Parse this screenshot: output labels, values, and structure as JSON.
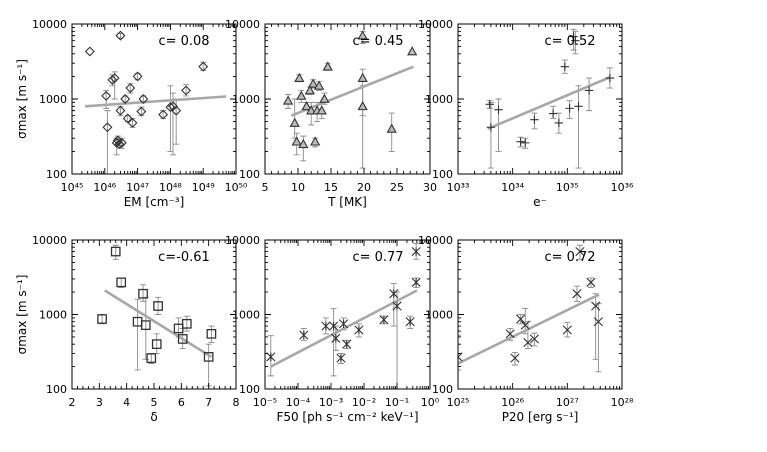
{
  "chart_data": [
    {
      "type": "scatter",
      "xlabel": "EM [cm⁻³]",
      "ylabel": "σmax [m s⁻¹]",
      "annotation": "c= 0.08",
      "xscale": "log",
      "yscale": "log",
      "xlim": [
        1e+45,
        1e+50
      ],
      "ylim": [
        100,
        10000
      ],
      "xticks": [
        1e+45,
        1e+46,
        1e+47,
        1e+48,
        1e+49,
        1e+50
      ],
      "xticklabels": [
        "10⁴⁵",
        "10⁴⁶",
        "10⁴⁷",
        "10⁴⁸",
        "10⁴⁹",
        "10⁵⁰"
      ],
      "yticks": [
        100,
        1000,
        10000
      ],
      "yticklabels": [
        "100",
        "1000",
        "10000"
      ],
      "marker": "diamond",
      "points": [
        {
          "x": 3.5e+45,
          "y": 4300,
          "lo": 4300,
          "hi": 4300
        },
        {
          "x": 1.1e+46,
          "y": 1100,
          "lo": 750,
          "hi": 1300
        },
        {
          "x": 1.2e+46,
          "y": 420,
          "lo": 100,
          "hi": 700
        },
        {
          "x": 1.7e+46,
          "y": 1800,
          "lo": 1500,
          "hi": 2100
        },
        {
          "x": 2e+46,
          "y": 1900,
          "lo": 1000,
          "hi": 2300
        },
        {
          "x": 2.3e+46,
          "y": 260,
          "lo": 180,
          "hi": 300
        },
        {
          "x": 2.5e+46,
          "y": 280,
          "lo": 240,
          "hi": 320
        },
        {
          "x": 2.8e+46,
          "y": 250,
          "lo": 220,
          "hi": 290
        },
        {
          "x": 3e+46,
          "y": 7000,
          "lo": 6500,
          "hi": 7500
        },
        {
          "x": 3e+46,
          "y": 700,
          "lo": 600,
          "hi": 800
        },
        {
          "x": 3.3e+46,
          "y": 260,
          "lo": 220,
          "hi": 300
        },
        {
          "x": 4.2e+46,
          "y": 1000,
          "lo": 900,
          "hi": 1100
        },
        {
          "x": 5e+46,
          "y": 550,
          "lo": 500,
          "hi": 600
        },
        {
          "x": 6e+46,
          "y": 1400,
          "lo": 1200,
          "hi": 1600
        },
        {
          "x": 7e+46,
          "y": 480,
          "lo": 420,
          "hi": 550
        },
        {
          "x": 1e+47,
          "y": 2000,
          "lo": 1800,
          "hi": 2200
        },
        {
          "x": 1.3e+47,
          "y": 680,
          "lo": 600,
          "hi": 780
        },
        {
          "x": 1.5e+47,
          "y": 1000,
          "lo": 900,
          "hi": 1100
        },
        {
          "x": 6e+47,
          "y": 620,
          "lo": 550,
          "hi": 700
        },
        {
          "x": 1e+48,
          "y": 780,
          "lo": 200,
          "hi": 1500
        },
        {
          "x": 1.2e+48,
          "y": 800,
          "lo": 180,
          "hi": 1200
        },
        {
          "x": 1.5e+48,
          "y": 700,
          "lo": 250,
          "hi": 1000
        },
        {
          "x": 3e+48,
          "y": 1300,
          "lo": 1100,
          "hi": 1550
        },
        {
          "x": 1e+49,
          "y": 2700,
          "lo": 2400,
          "hi": 3100
        }
      ],
      "fit": {
        "x": [
          2.5e+45,
          5e+49
        ],
        "y": [
          800,
          1080
        ]
      }
    },
    {
      "type": "scatter",
      "xlabel": "T [MK]",
      "ylabel": "",
      "annotation": "c= 0.45",
      "xscale": "linear",
      "yscale": "log",
      "xlim": [
        5,
        30
      ],
      "ylim": [
        100,
        10000
      ],
      "xticks": [
        5,
        10,
        15,
        20,
        25,
        30
      ],
      "xticklabels": [
        "5",
        "10",
        "15",
        "20",
        "25",
        "30"
      ],
      "yticks": [
        100,
        1000,
        10000
      ],
      "yticklabels": [
        "100",
        "1000",
        "10000"
      ],
      "marker": "triangle",
      "points": [
        {
          "x": 8.5,
          "y": 950,
          "lo": 750,
          "hi": 1150
        },
        {
          "x": 9.5,
          "y": 480,
          "lo": 300,
          "hi": 1000
        },
        {
          "x": 9.8,
          "y": 270,
          "lo": 180,
          "hi": 350
        },
        {
          "x": 10.2,
          "y": 1900,
          "lo": 1700,
          "hi": 2100
        },
        {
          "x": 10.5,
          "y": 1100,
          "lo": 900,
          "hi": 1300
        },
        {
          "x": 10.8,
          "y": 250,
          "lo": 150,
          "hi": 320
        },
        {
          "x": 11.3,
          "y": 800,
          "lo": 700,
          "hi": 900
        },
        {
          "x": 11.8,
          "y": 1300,
          "lo": 1150,
          "hi": 1450
        },
        {
          "x": 12.0,
          "y": 700,
          "lo": 450,
          "hi": 900
        },
        {
          "x": 12.3,
          "y": 1600,
          "lo": 1400,
          "hi": 1800
        },
        {
          "x": 12.6,
          "y": 270,
          "lo": 230,
          "hi": 300
        },
        {
          "x": 12.9,
          "y": 700,
          "lo": 500,
          "hi": 900
        },
        {
          "x": 13.2,
          "y": 1500,
          "lo": 1300,
          "hi": 1700
        },
        {
          "x": 13.6,
          "y": 700,
          "lo": 550,
          "hi": 900
        },
        {
          "x": 14.0,
          "y": 1000,
          "lo": 850,
          "hi": 1200
        },
        {
          "x": 14.5,
          "y": 2700,
          "lo": 2400,
          "hi": 3000
        },
        {
          "x": 19.8,
          "y": 7000,
          "lo": 5500,
          "hi": 8000
        },
        {
          "x": 19.8,
          "y": 1900,
          "lo": 600,
          "hi": 2500
        },
        {
          "x": 19.8,
          "y": 800,
          "lo": 120,
          "hi": 1500
        },
        {
          "x": 24.2,
          "y": 400,
          "lo": 200,
          "hi": 650
        },
        {
          "x": 27.3,
          "y": 4300,
          "lo": 4300,
          "hi": 4300
        }
      ],
      "fit": {
        "x": [
          9.0,
          27.5
        ],
        "y": [
          600,
          2700
        ]
      }
    },
    {
      "type": "scatter",
      "xlabel": "e⁻",
      "ylabel": "",
      "annotation": "c= 0.52",
      "xscale": "log",
      "yscale": "log",
      "xlim": [
        1e+33,
        1e+36
      ],
      "ylim": [
        100,
        10000
      ],
      "xticks": [
        1e+33,
        1e+34,
        1e+35,
        1e+36
      ],
      "xticklabels": [
        "10³³",
        "10³⁴",
        "10³⁵",
        "10³⁶"
      ],
      "yticks": [
        100,
        1000,
        10000
      ],
      "yticklabels": [
        "100",
        "1000",
        "10000"
      ],
      "marker": "plus",
      "points": [
        {
          "x": 3.8e+33,
          "y": 850,
          "lo": 750,
          "hi": 950
        },
        {
          "x": 4e+33,
          "y": 420,
          "lo": 120,
          "hi": 900
        },
        {
          "x": 5.5e+33,
          "y": 720,
          "lo": 200,
          "hi": 1000
        },
        {
          "x": 1.4e+34,
          "y": 270,
          "lo": 230,
          "hi": 310
        },
        {
          "x": 1.7e+34,
          "y": 260,
          "lo": 220,
          "hi": 300
        },
        {
          "x": 2.5e+34,
          "y": 530,
          "lo": 400,
          "hi": 650
        },
        {
          "x": 5.5e+34,
          "y": 640,
          "lo": 550,
          "hi": 800
        },
        {
          "x": 7e+34,
          "y": 480,
          "lo": 350,
          "hi": 650
        },
        {
          "x": 9e+34,
          "y": 2700,
          "lo": 2200,
          "hi": 3300
        },
        {
          "x": 1.1e+35,
          "y": 750,
          "lo": 550,
          "hi": 950
        },
        {
          "x": 1.3e+35,
          "y": 6800,
          "lo": 4500,
          "hi": 8500
        },
        {
          "x": 1.4e+35,
          "y": 6000,
          "lo": 4000,
          "hi": 8000
        },
        {
          "x": 1.6e+35,
          "y": 800,
          "lo": 120,
          "hi": 1500
        },
        {
          "x": 2.5e+35,
          "y": 1300,
          "lo": 700,
          "hi": 1900
        },
        {
          "x": 6e+35,
          "y": 1900,
          "lo": 1400,
          "hi": 2600
        }
      ],
      "fit": {
        "x": [
          3.5e+33,
          6e+35
        ],
        "y": [
          400,
          1950
        ]
      }
    },
    {
      "type": "scatter",
      "xlabel": "δ",
      "ylabel": "σmax [m s⁻¹]",
      "annotation": "c=-0.61",
      "xscale": "linear",
      "yscale": "log",
      "xlim": [
        2,
        8
      ],
      "ylim": [
        100,
        10000
      ],
      "xticks": [
        2,
        3,
        4,
        5,
        6,
        7,
        8
      ],
      "xticklabels": [
        "2",
        "3",
        "4",
        "5",
        "6",
        "7",
        "8"
      ],
      "yticks": [
        100,
        1000,
        10000
      ],
      "yticklabels": [
        "100",
        "1000",
        "10000"
      ],
      "marker": "square",
      "points": [
        {
          "x": 3.1,
          "y": 870,
          "lo": 750,
          "hi": 1000
        },
        {
          "x": 3.6,
          "y": 7000,
          "lo": 5500,
          "hi": 8500
        },
        {
          "x": 3.8,
          "y": 2700,
          "lo": 2300,
          "hi": 3100
        },
        {
          "x": 4.4,
          "y": 800,
          "lo": 180,
          "hi": 1600
        },
        {
          "x": 4.6,
          "y": 1900,
          "lo": 1500,
          "hi": 2500
        },
        {
          "x": 4.7,
          "y": 720,
          "lo": 250,
          "hi": 1700
        },
        {
          "x": 4.9,
          "y": 260,
          "lo": 220,
          "hi": 300
        },
        {
          "x": 5.1,
          "y": 400,
          "lo": 300,
          "hi": 550
        },
        {
          "x": 5.15,
          "y": 1300,
          "lo": 1000,
          "hi": 1700
        },
        {
          "x": 5.9,
          "y": 650,
          "lo": 500,
          "hi": 900
        },
        {
          "x": 6.05,
          "y": 470,
          "lo": 350,
          "hi": 650
        },
        {
          "x": 6.2,
          "y": 750,
          "lo": 600,
          "hi": 950
        },
        {
          "x": 7.0,
          "y": 270,
          "lo": 110,
          "hi": 400
        },
        {
          "x": 7.1,
          "y": 550,
          "lo": 420,
          "hi": 700
        }
      ],
      "fit": {
        "x": [
          3.2,
          7.1
        ],
        "y": [
          2100,
          270
        ]
      }
    },
    {
      "type": "scatter",
      "xlabel": "F50 [ph s⁻¹ cm⁻² keV⁻¹]",
      "ylabel": "",
      "annotation": "c= 0.77",
      "xscale": "log",
      "yscale": "log",
      "xlim": [
        1e-05,
        1
      ],
      "ylim": [
        100,
        10000
      ],
      "xticks": [
        1e-05,
        0.0001,
        0.001,
        0.01,
        0.1,
        1
      ],
      "xticklabels": [
        "10⁻⁵",
        "10⁻⁴",
        "10⁻³",
        "10⁻²",
        "10⁻¹",
        "10⁰"
      ],
      "yticks": [
        100,
        1000,
        10000
      ],
      "yticklabels": [
        "100",
        "1000",
        "10000"
      ],
      "marker": "asterisk",
      "points": [
        {
          "x": 1.5e-05,
          "y": 270,
          "lo": 150,
          "hi": 520
        },
        {
          "x": 0.00015,
          "y": 530,
          "lo": 450,
          "hi": 650
        },
        {
          "x": 0.0007,
          "y": 700,
          "lo": 550,
          "hi": 900
        },
        {
          "x": 0.0012,
          "y": 700,
          "lo": 150,
          "hi": 1200
        },
        {
          "x": 0.0014,
          "y": 480,
          "lo": 330,
          "hi": 700
        },
        {
          "x": 0.002,
          "y": 260,
          "lo": 220,
          "hi": 300
        },
        {
          "x": 0.0024,
          "y": 750,
          "lo": 620,
          "hi": 900
        },
        {
          "x": 0.003,
          "y": 400,
          "lo": 350,
          "hi": 450
        },
        {
          "x": 0.007,
          "y": 620,
          "lo": 500,
          "hi": 750
        },
        {
          "x": 0.04,
          "y": 850,
          "lo": 750,
          "hi": 950
        },
        {
          "x": 0.08,
          "y": 1900,
          "lo": 700,
          "hi": 2600
        },
        {
          "x": 0.1,
          "y": 1300,
          "lo": 100,
          "hi": 2000
        },
        {
          "x": 0.25,
          "y": 800,
          "lo": 650,
          "hi": 950
        },
        {
          "x": 0.38,
          "y": 2700,
          "lo": 2300,
          "hi": 3100
        },
        {
          "x": 0.38,
          "y": 7000,
          "lo": 5500,
          "hi": 9000
        }
      ],
      "fit": {
        "x": [
          1.5e-05,
          0.4
        ],
        "y": [
          200,
          2100
        ]
      }
    },
    {
      "type": "scatter",
      "xlabel": "P20 [erg s⁻¹]",
      "ylabel": "",
      "annotation": "c= 0.72",
      "xscale": "log",
      "yscale": "log",
      "xlim": [
        1e+25,
        1e+28
      ],
      "ylim": [
        100,
        10000
      ],
      "xticks": [
        1e+25,
        1e+26,
        1e+27,
        1e+28
      ],
      "xticklabels": [
        "10²⁵",
        "10²⁶",
        "10²⁷",
        "10²⁸"
      ],
      "yticks": [
        100,
        1000,
        10000
      ],
      "yticklabels": [
        "100",
        "1000",
        "10000"
      ],
      "marker": "x",
      "points": [
        {
          "x": 1e+25,
          "y": 270,
          "lo": 180,
          "hi": 520
        },
        {
          "x": 9e+25,
          "y": 550,
          "lo": 450,
          "hi": 650
        },
        {
          "x": 1.1e+26,
          "y": 260,
          "lo": 210,
          "hi": 310
        },
        {
          "x": 1.4e+26,
          "y": 870,
          "lo": 750,
          "hi": 1000
        },
        {
          "x": 1.7e+26,
          "y": 720,
          "lo": 550,
          "hi": 1200
        },
        {
          "x": 1.9e+26,
          "y": 420,
          "lo": 350,
          "hi": 800
        },
        {
          "x": 2.5e+26,
          "y": 470,
          "lo": 380,
          "hi": 560
        },
        {
          "x": 1e+27,
          "y": 620,
          "lo": 500,
          "hi": 780
        },
        {
          "x": 1.5e+27,
          "y": 1900,
          "lo": 1500,
          "hi": 2400
        },
        {
          "x": 1.7e+27,
          "y": 7000,
          "lo": 5500,
          "hi": 8500
        },
        {
          "x": 2.7e+27,
          "y": 2700,
          "lo": 2300,
          "hi": 3100
        },
        {
          "x": 3.3e+27,
          "y": 1300,
          "lo": 250,
          "hi": 1900
        },
        {
          "x": 3.7e+27,
          "y": 800,
          "lo": 170,
          "hi": 1400
        }
      ],
      "fit": {
        "x": [
          1e+25,
          3.8e+27
        ],
        "y": [
          220,
          1850
        ]
      }
    }
  ],
  "style": {
    "axis_color": "#000000",
    "marker_color": "#333333",
    "errorbar_color": "#8a8a8a",
    "fit_color": "#a8a8a8"
  }
}
